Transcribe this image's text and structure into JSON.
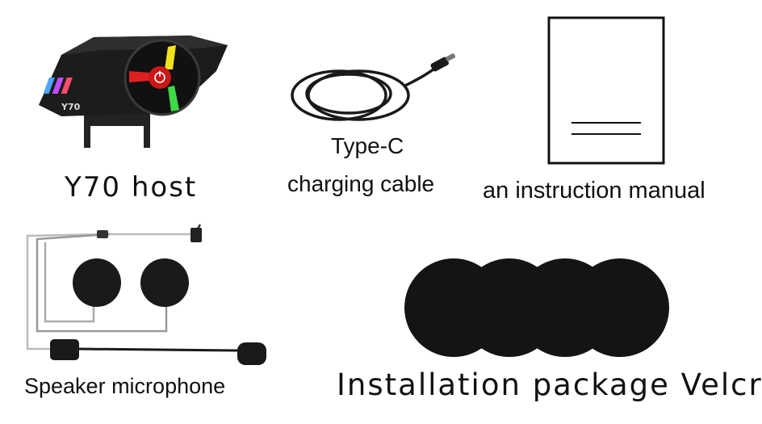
{
  "items": {
    "host": {
      "label": "Y70 host",
      "badge_text": "Y70"
    },
    "cable": {
      "label_line1": "Type-C",
      "label_line2": "charging cable"
    },
    "manual": {
      "label": "an instruction manual"
    },
    "speaker": {
      "label": "Speaker microphone"
    },
    "velcro": {
      "label": "Installation package Velcro"
    }
  },
  "colors": {
    "accent_red": "#e02020",
    "accent_green": "#3ddc45",
    "accent_yellow": "#f2e21c",
    "device_body": "#1a1a1a"
  }
}
